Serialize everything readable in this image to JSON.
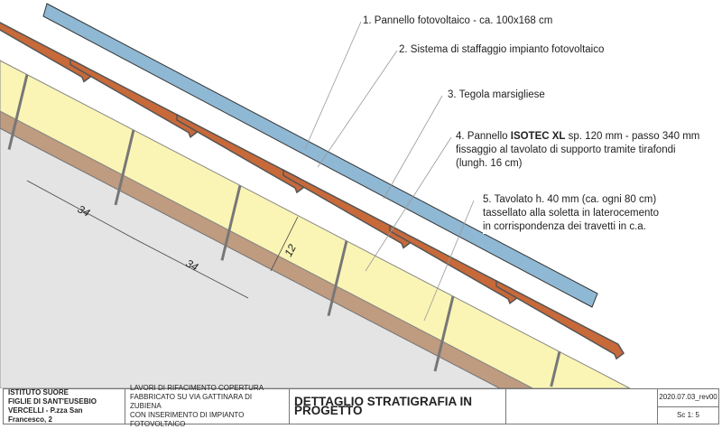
{
  "labels": {
    "l1": "1. Pannello fotovoltaico - ca. 100x168 cm",
    "l2": "2. Sistema di staffaggio impianto fotovoltaico",
    "l3": "3. Tegola marsigliese",
    "l4_pre": "4. Pannello ",
    "l4_bold": "ISOTEC XL",
    "l4_post": " sp. 120 mm - passo 340 mm",
    "l4_line2": "fissaggio al tavolato di supporto tramite tirafondi",
    "l4_line3": "(lungh. 16 cm)",
    "l5_line1": "5. Tavolato h. 40 mm (ca. ogni 80 cm)",
    "l5_line2": "tassellato alla soletta in laterocemento",
    "l5_line3": "in corrispondenza dei travetti in c.a."
  },
  "dimensions": {
    "d1": "34",
    "d2": "34",
    "d3": "12"
  },
  "titleblock": {
    "client": [
      "ISTITUTO SUORE",
      "FIGLIE DI SANT'EUSEBIO",
      "VERCELLI - P.zza San Francesco, 2"
    ],
    "project": [
      "LAVORI DI RIFACIMENTO COPERTURA",
      "FABBRICATO SU VIA GATTINARA DI ZUBIENA",
      "CON INSERIMENTO DI IMPIANTO FOTOVOLTAICO"
    ],
    "title": "DETTAGLIO STRATIGRAFIA IN PROGETTO",
    "date_rev": "2020.07.03_rev00",
    "scale": "Sc 1: 5"
  },
  "colors": {
    "panel": "#8fb8d4",
    "insulation": "#faf5b4",
    "board": "#bf9b80",
    "concrete": "#e4e4e4",
    "tile": "#c8693a"
  }
}
